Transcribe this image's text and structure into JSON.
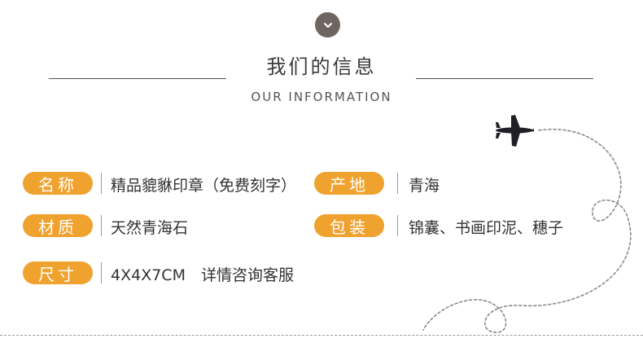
{
  "header": {
    "title_cn": "我们的信息",
    "title_en": "OUR INFORMATION",
    "chevron_icon": "chevron-down-icon"
  },
  "info": {
    "name": {
      "label": "名称",
      "value": "精品貔貅印章（免费刻字）"
    },
    "origin": {
      "label": "产地",
      "value": "青海"
    },
    "material": {
      "label": "材质",
      "value": "天然青海石"
    },
    "package": {
      "label": "包装",
      "value": "锦囊、书画印泥、穗子"
    },
    "size": {
      "label": "尺寸",
      "value": "4X4X7CM　详情咨询客服"
    }
  },
  "colors": {
    "badge": "#f0a22e",
    "chevron_bg": "#6f6560",
    "text": "#333333"
  },
  "icons": [
    "chevron-down-icon",
    "airplane-icon"
  ]
}
